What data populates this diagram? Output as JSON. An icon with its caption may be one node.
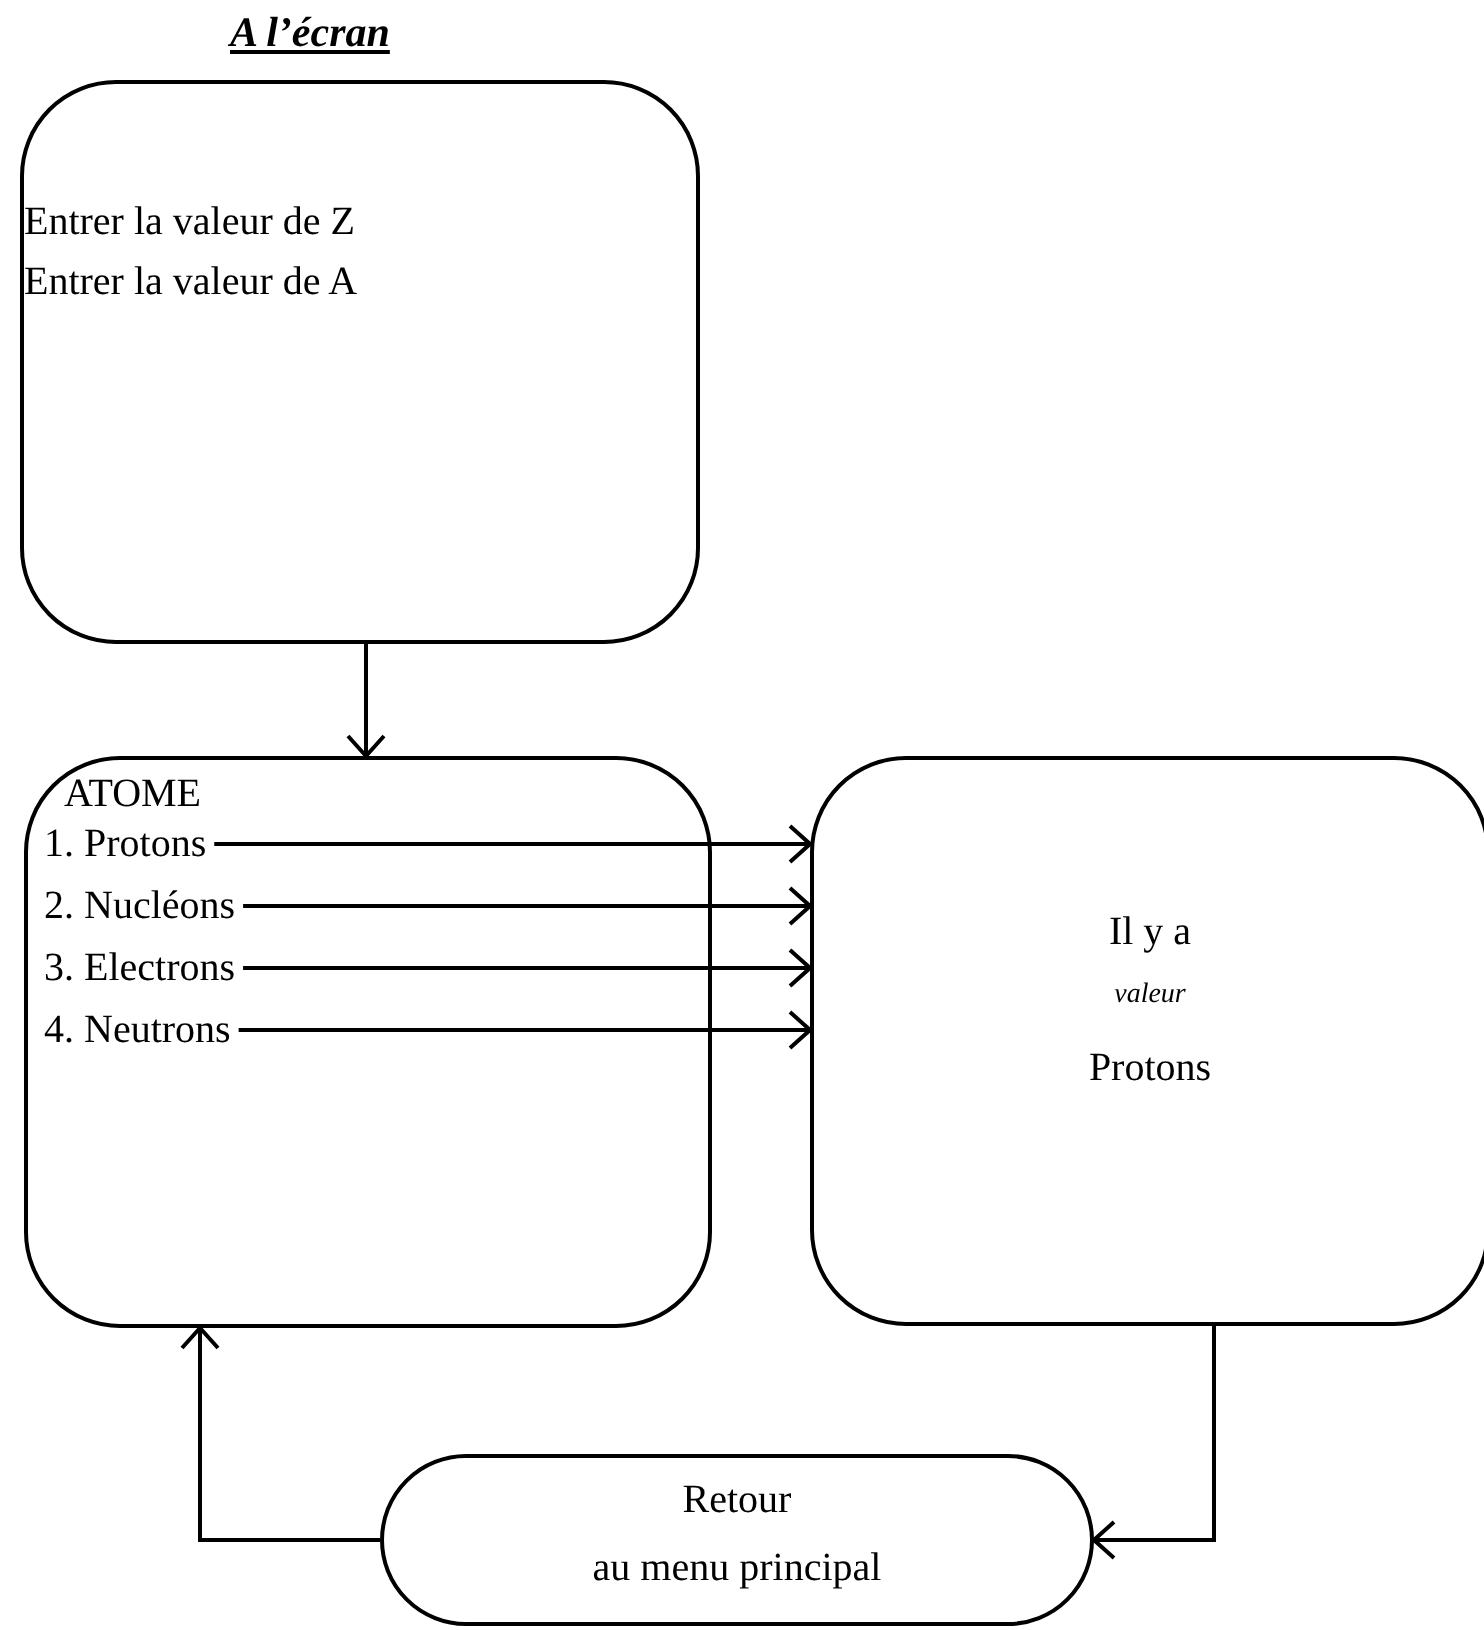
{
  "diagram": {
    "title": "A l’écran",
    "nodes": [
      {
        "text": [
          "Entrer la valeur de Z",
          "Entrer la valeur de A"
        ]
      },
      {
        "text": [
          "ATOME"
        ]
      },
      {
        "text": [
          "1. Protons"
        ],
        "in": 1
      },
      {
        "text": [
          "2. Nucléons"
        ],
        "in": 1
      },
      {
        "text": [
          "3. Electrons"
        ],
        "in": 1
      },
      {
        "text": [
          "4. Neutrons"
        ],
        "in": 1
      },
      {
        "text": [
          "Il y a",
          "valeur",
          "Protons"
        ]
      },
      {
        "text": [
          "Retour",
          "au menu principal"
        ]
      }
    ],
    "edges": [
      {
        "from": 0,
        "to": 1,
        "arrow": "to"
      },
      {
        "from": 2,
        "to": 6,
        "arrow": "to"
      },
      {
        "from": 3,
        "to": 6,
        "arrow": "to"
      },
      {
        "from": 4,
        "to": 6,
        "arrow": "to"
      },
      {
        "from": 5,
        "to": 6,
        "arrow": "to"
      },
      {
        "from": 6,
        "to": 7,
        "arrow": "to"
      },
      {
        "from": 7,
        "to": 1,
        "arrow": "to"
      }
    ]
  }
}
